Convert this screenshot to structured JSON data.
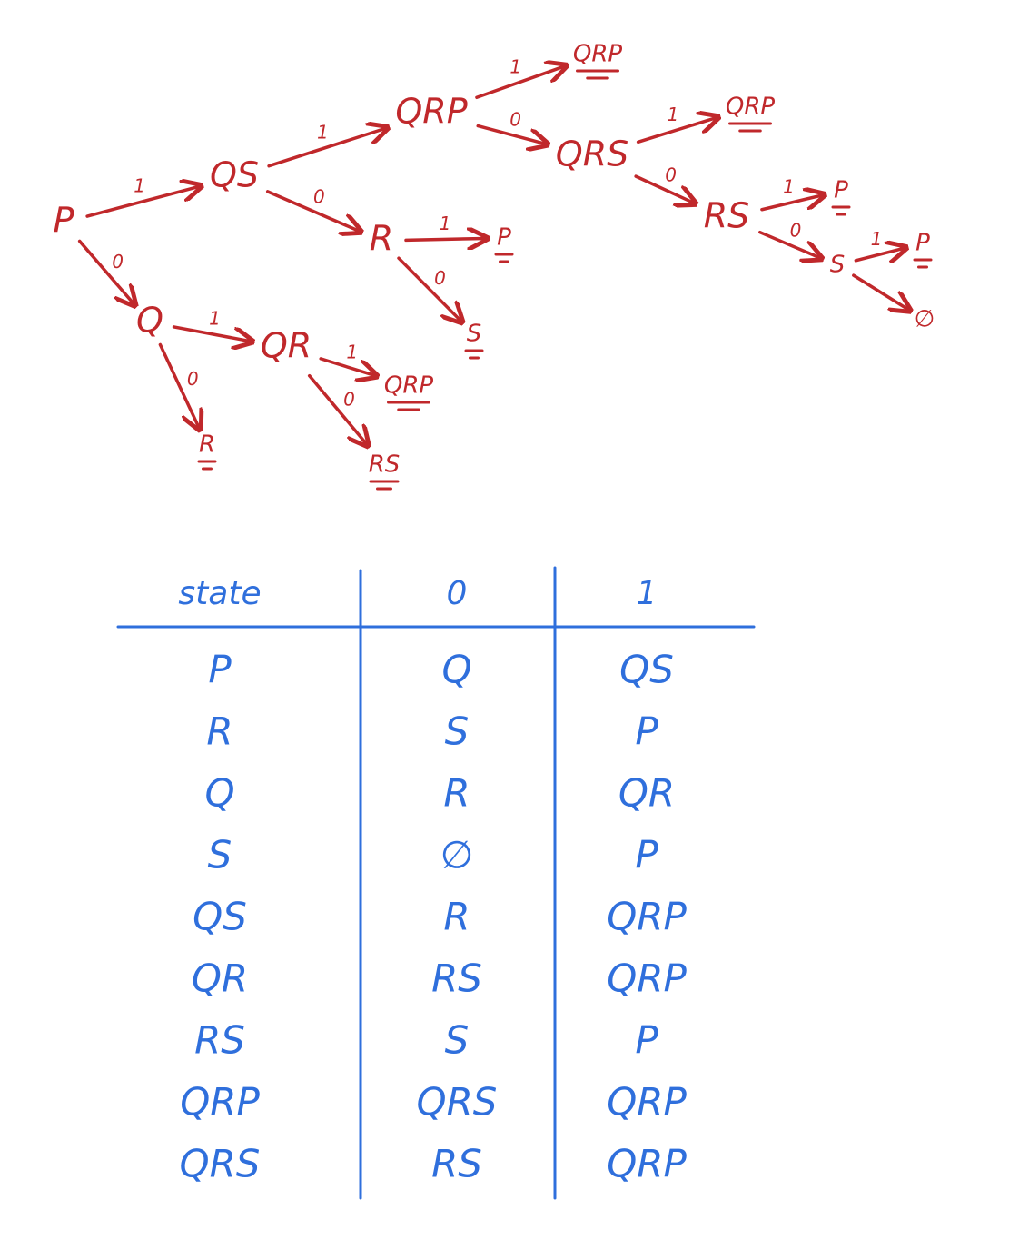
{
  "colors": {
    "tree": "#c0282b",
    "table": "#2f6fdc"
  },
  "tree": {
    "nodes": [
      {
        "id": "P",
        "label": "P"
      },
      {
        "id": "QS",
        "label": "QS"
      },
      {
        "id": "Q",
        "label": "Q"
      },
      {
        "id": "QRP1",
        "label": "QRP"
      },
      {
        "id": "R1",
        "label": "R"
      },
      {
        "id": "QR",
        "label": "QR"
      },
      {
        "id": "R2",
        "label": "R"
      },
      {
        "id": "QRP2",
        "label": "QRP"
      },
      {
        "id": "QRS",
        "label": "QRS"
      },
      {
        "id": "P2",
        "label": "P"
      },
      {
        "id": "S1",
        "label": "S"
      },
      {
        "id": "QRP3",
        "label": "QRP"
      },
      {
        "id": "RS1",
        "label": "RS"
      },
      {
        "id": "QRP4",
        "label": "QRP"
      },
      {
        "id": "RS2",
        "label": "RS"
      },
      {
        "id": "P3",
        "label": "P"
      },
      {
        "id": "S2",
        "label": "S"
      },
      {
        "id": "P4",
        "label": "P"
      },
      {
        "id": "EMPTY",
        "label": "∅"
      }
    ],
    "edges": [
      {
        "from": "P",
        "to": "QS",
        "label": "1"
      },
      {
        "from": "P",
        "to": "Q",
        "label": "0"
      },
      {
        "from": "QS",
        "to": "QRP1",
        "label": "1"
      },
      {
        "from": "QS",
        "to": "R1",
        "label": "0"
      },
      {
        "from": "Q",
        "to": "QR",
        "label": "1"
      },
      {
        "from": "Q",
        "to": "R2",
        "label": "0"
      },
      {
        "from": "QRP1",
        "to": "QRP2",
        "label": "1"
      },
      {
        "from": "QRP1",
        "to": "QRS",
        "label": "0"
      },
      {
        "from": "R1",
        "to": "P2",
        "label": "1"
      },
      {
        "from": "R1",
        "to": "S1",
        "label": "0"
      },
      {
        "from": "QR",
        "to": "QRP3",
        "label": "1"
      },
      {
        "from": "QR",
        "to": "RS1",
        "label": "0"
      },
      {
        "from": "QRS",
        "to": "QRP4",
        "label": "1"
      },
      {
        "from": "QRS",
        "to": "RS2",
        "label": "0"
      },
      {
        "from": "RS2",
        "to": "P3",
        "label": "1"
      },
      {
        "from": "RS2",
        "to": "S2",
        "label": "0"
      },
      {
        "from": "S2",
        "to": "P4",
        "label": "1"
      },
      {
        "from": "S2",
        "to": "EMPTY",
        "label": ""
      }
    ]
  },
  "table": {
    "headers": [
      "state",
      "0",
      "1"
    ],
    "rows": [
      [
        "P",
        "Q",
        "QS"
      ],
      [
        "R",
        "S",
        "P"
      ],
      [
        "Q",
        "R",
        "QR"
      ],
      [
        "S",
        "∅",
        "P"
      ],
      [
        "QS",
        "R",
        "QRP"
      ],
      [
        "QR",
        "RS",
        "QRP"
      ],
      [
        "RS",
        "S",
        "P"
      ],
      [
        "QRP",
        "QRS",
        "QRP"
      ],
      [
        "QRS",
        "RS",
        "QRP"
      ]
    ]
  }
}
